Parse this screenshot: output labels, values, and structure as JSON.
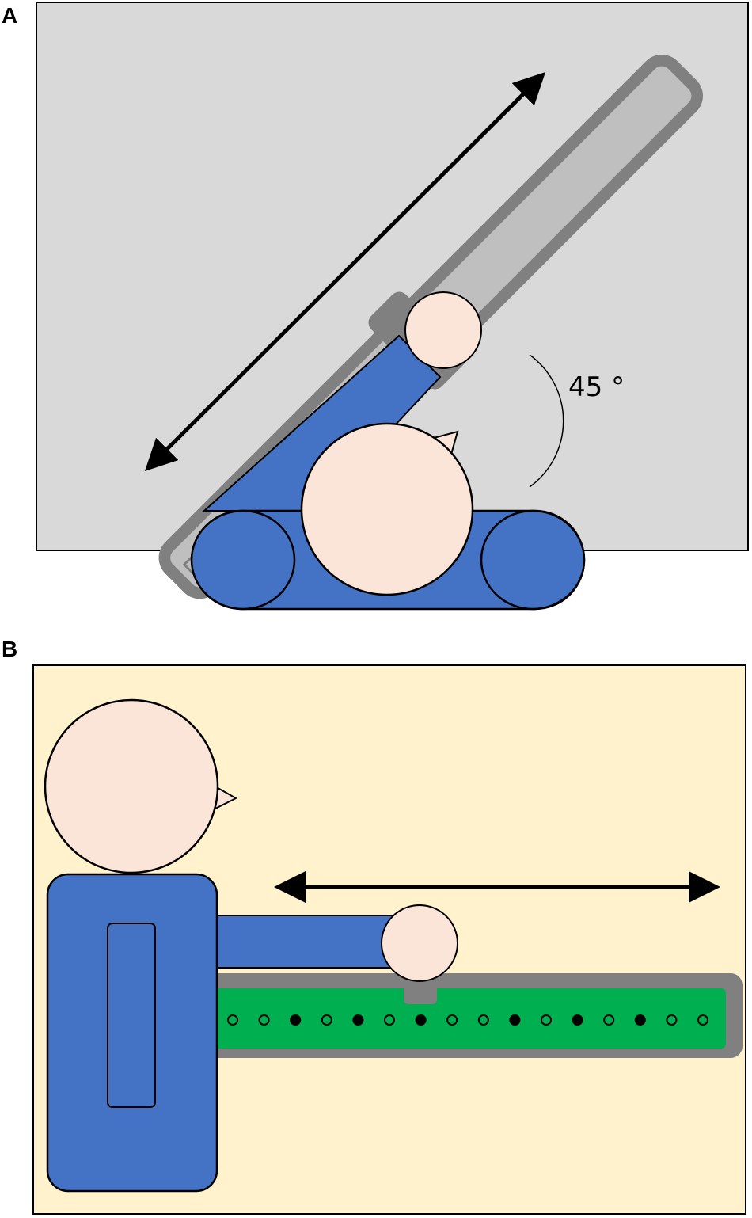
{
  "panels": {
    "a": {
      "letter": "A",
      "angle_label": "45 °"
    },
    "b": {
      "letter": "B"
    }
  },
  "colors": {
    "panel_a_background": "#d9d9d9",
    "panel_b_background": "#fff2cc",
    "robot_blue": "#4472c4",
    "skin": "#fae5d8",
    "rail_dark_gray": "#808080",
    "rail_light_gray": "#bfbfbf",
    "led_strip_green": "#00b050"
  },
  "led_strip": {
    "pattern": [
      "off",
      "off",
      "on",
      "off",
      "on",
      "off",
      "on",
      "off",
      "off",
      "on",
      "off",
      "on",
      "off",
      "on",
      "off",
      "off"
    ]
  }
}
